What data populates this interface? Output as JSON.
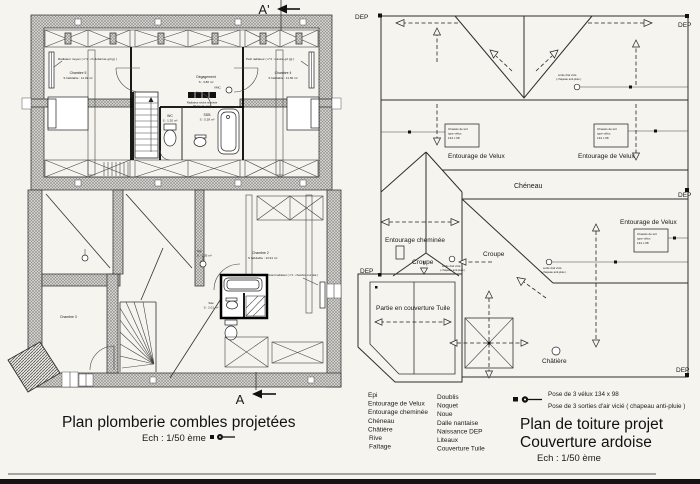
{
  "page": {
    "bg": "#f5f4ef"
  },
  "left_plan": {
    "title": "Plan plomberie combles projetées",
    "scale": "Ech : 1/50 ème",
    "section_top": "A'",
    "section_bottom": "A",
    "rooms": {
      "chambre5_name": "Chambre 5",
      "chambre5_area": "S habitable : 11.03 m²",
      "chambre4_name": "Chambre 4",
      "chambre4_area": "S habitable : 11.50 m²",
      "chambre3_name": "Chambre 3",
      "chambre2_name": "Chambre 2",
      "chambre2_area": "S habitable : 13.91 m²",
      "degagement_name": "Dégagement",
      "degagement_area": "S : 3.80 m²",
      "wc_name": "WC",
      "wc_area": "S : 1.20 m²",
      "sdb_name": "SDB",
      "sdb_area": "S : 5.28 m²",
      "sgt_name": "Sgt",
      "sgt_area": "S : 1.35 m²",
      "sde_name": "Sde",
      "sde_area": "S : 2.01 m²"
    },
    "annotations": {
      "vmc": "VMC",
      "radiateur_moyen": "Radiateur moyen ( n°2 : ch débarras gd (g) )",
      "petit_radiateur": "Petit radiateur ( n°3 : cuisine gd (g) )",
      "grand_radiateur": "Grand radiateur ( n°1 : chambre mur plat )",
      "seche_serviette_1": "Radiateur sèche serviette",
      "seche_serviette_2": "50 cm, H : 1 m"
    }
  },
  "right_plan": {
    "title_line1": "Plan de toiture projet",
    "title_line2": "Couverture ardoise",
    "scale": "Ech : 1/50 ème",
    "dep": "DEP",
    "labels": {
      "entourage_velux": "Entourage de Velux",
      "cheneau": "Chéneau",
      "croupe": "Croupe",
      "entourage_cheminee": "Entourage cheminée",
      "partie_tuile": "Partie en couverture Tuile",
      "chatiere": "Châtière"
    },
    "velux_box": {
      "l1": "Chassis de toit",
      "l2": "type vélux",
      "l3": "134 x 98"
    },
    "sortie_air": {
      "l1": "sortie d'air vicié",
      "l2": "( chapeau anti-pluie )"
    },
    "legend_col1": [
      "Epi",
      "Entourage de Velux",
      "Entourage cheminée",
      "Chéneau",
      "Châtière",
      "Rive",
      "Faîtage"
    ],
    "legend_col2": [
      "Doublis",
      "Noquet",
      "Noue",
      "Dalle nantaise",
      "Naissance DEP",
      "Liteaux",
      "Couverture Tuile"
    ],
    "pose_line1": "Pose de 3 vélux 134 x 98",
    "pose_line2": "Pose de 3 sorties d'air vicié ( chapeau anti-pluie )"
  }
}
